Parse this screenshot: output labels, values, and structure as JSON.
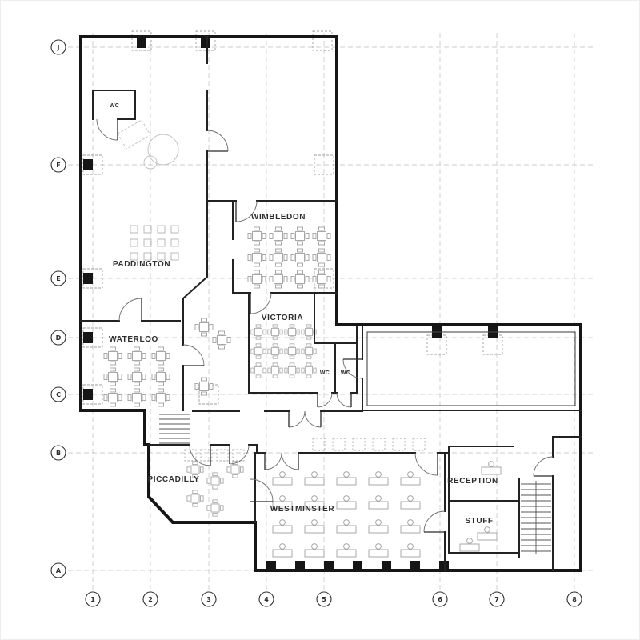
{
  "plan": {
    "rooms": {
      "wc_upper": "WC",
      "paddington": "PADDINGTON",
      "wimbledon": "WIMBLEDON",
      "victoria": "VICTORIA",
      "waterloo": "WATERLOO",
      "wc_mid_left": "WC",
      "wc_mid_right": "WC",
      "piccadilly": "PICCADILLY",
      "westminster": "WESTMINSTER",
      "reception": "RECEPTION",
      "stuff": "STUFF"
    },
    "grid": {
      "letters": [
        "J",
        "F",
        "E",
        "D",
        "C",
        "B",
        "A"
      ],
      "numbers": [
        "1",
        "2",
        "3",
        "4",
        "5",
        "6",
        "7",
        "8"
      ]
    },
    "colors": {
      "wall": "#161616",
      "grid_line": "#cdcdcd",
      "furniture": "#a8a8a8",
      "label": "#2e2e2e",
      "background": "#ffffff"
    }
  }
}
